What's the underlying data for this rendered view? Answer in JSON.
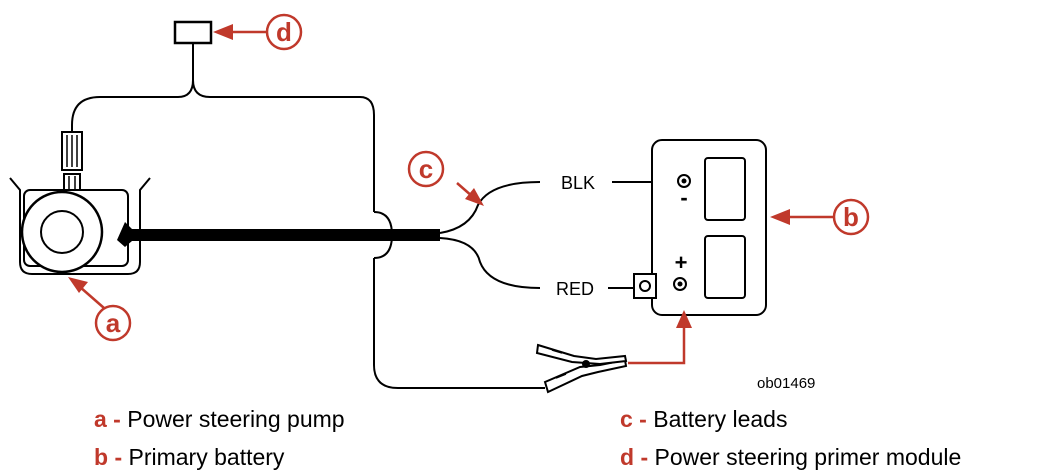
{
  "callouts": {
    "a": "a",
    "b": "b",
    "c": "c",
    "d": "d"
  },
  "leads": {
    "black": "BLK",
    "red": "RED"
  },
  "polarity": {
    "negative": "-",
    "positive": "+"
  },
  "figure_id": "ob01469",
  "legend": [
    {
      "key": "a -",
      "text": "Power steering pump"
    },
    {
      "key": "b -",
      "text": "Primary battery"
    },
    {
      "key": "c -",
      "text": "Battery leads"
    },
    {
      "key": "d -",
      "text": "Power steering primer module"
    }
  ],
  "colors": {
    "accent": "#c0392b",
    "line": "#000000"
  }
}
